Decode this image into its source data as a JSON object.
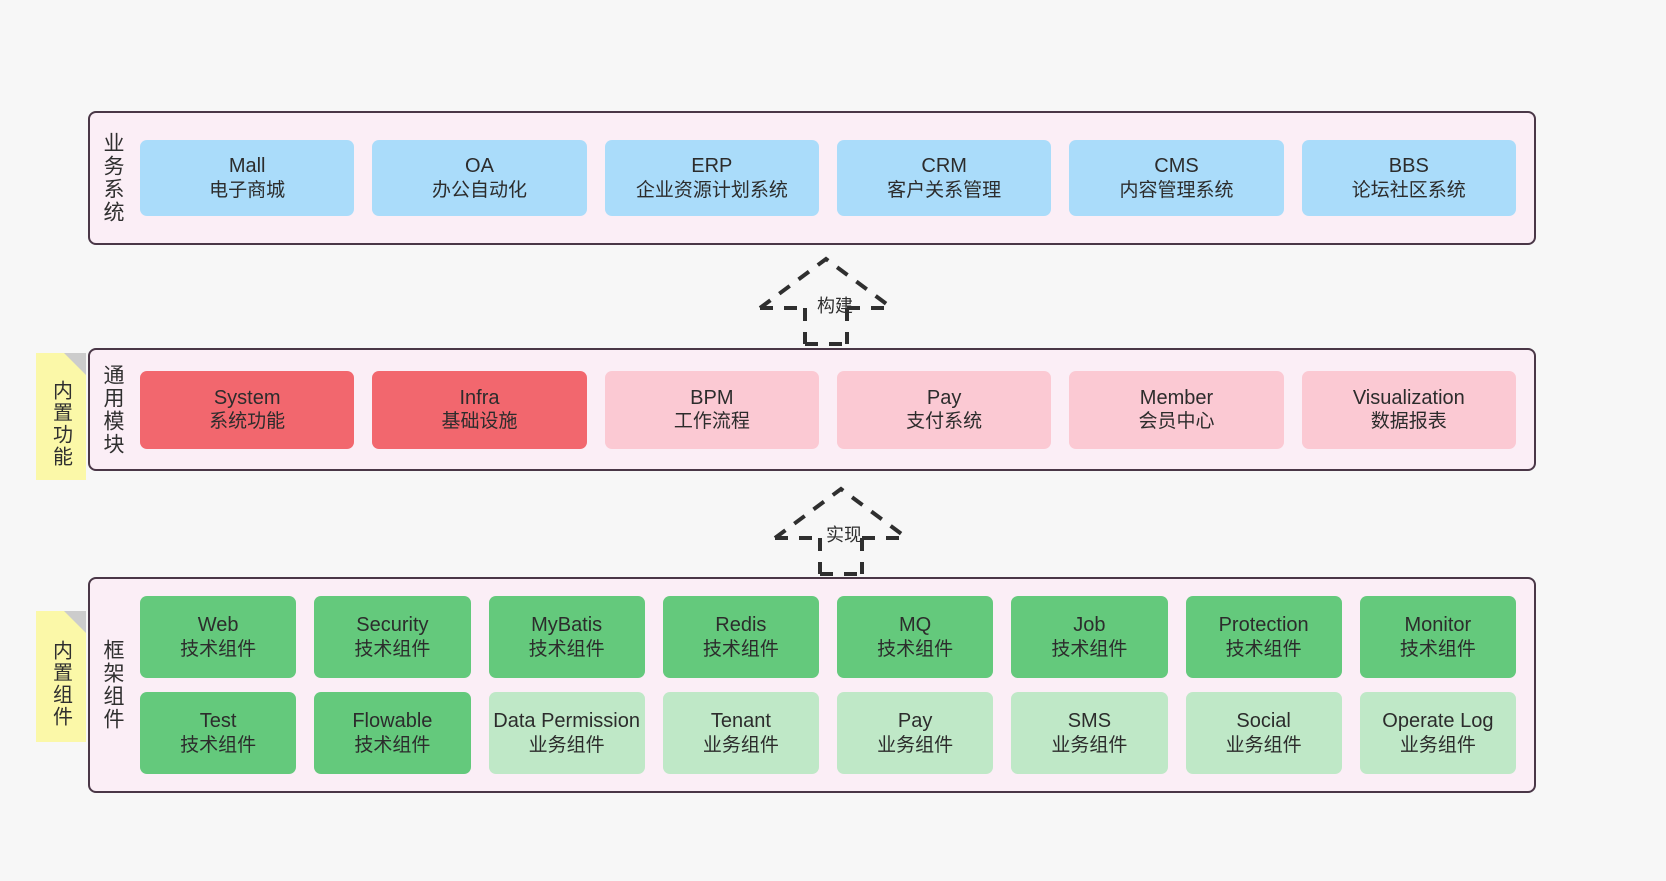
{
  "diagram": {
    "background_color": "#f7f7f7",
    "layer_fill": "#fbeef6",
    "layer_border": "#4a3747"
  },
  "layers": [
    {
      "id": "business",
      "title": "业务系统",
      "rows": [
        {
          "cards": [
            {
              "en": "Mall",
              "cn": "电子商城",
              "color": "#aadcfa",
              "variant": "cv-blue"
            },
            {
              "en": "OA",
              "cn": "办公自动化",
              "color": "#aadcfa",
              "variant": "cv-blue"
            },
            {
              "en": "ERP",
              "cn": "企业资源计划系统",
              "color": "#aadcfa",
              "variant": "cv-blue"
            },
            {
              "en": "CRM",
              "cn": "客户关系管理",
              "color": "#aadcfa",
              "variant": "cv-blue"
            },
            {
              "en": "CMS",
              "cn": "内容管理系统",
              "color": "#aadcfa",
              "variant": "cv-blue"
            },
            {
              "en": "BBS",
              "cn": "论坛社区系统",
              "color": "#aadcfa",
              "variant": "cv-blue"
            }
          ]
        }
      ]
    },
    {
      "id": "common",
      "title": "通用模块",
      "note": "内置功能",
      "rows": [
        {
          "cards": [
            {
              "en": "System",
              "cn": "系统功能",
              "color": "#f2676e",
              "variant": "cv-red"
            },
            {
              "en": "Infra",
              "cn": "基础设施",
              "color": "#f2676e",
              "variant": "cv-red"
            },
            {
              "en": "BPM",
              "cn": "工作流程",
              "color": "#fbc9d3",
              "variant": "cv-pink"
            },
            {
              "en": "Pay",
              "cn": "支付系统",
              "color": "#fbc9d3",
              "variant": "cv-pink"
            },
            {
              "en": "Member",
              "cn": "会员中心",
              "color": "#fbc9d3",
              "variant": "cv-pink"
            },
            {
              "en": "Visualization",
              "cn": "数据报表",
              "color": "#fbc9d3",
              "variant": "cv-pink"
            }
          ]
        }
      ]
    },
    {
      "id": "framework",
      "title": "框架组件",
      "note": "内置组件",
      "rows": [
        {
          "cards": [
            {
              "en": "Web",
              "cn": "技术组件",
              "color": "#64c97c",
              "variant": "cv-green"
            },
            {
              "en": "Security",
              "cn": "技术组件",
              "color": "#64c97c",
              "variant": "cv-green"
            },
            {
              "en": "MyBatis",
              "cn": "技术组件",
              "color": "#64c97c",
              "variant": "cv-green"
            },
            {
              "en": "Redis",
              "cn": "技术组件",
              "color": "#64c97c",
              "variant": "cv-green"
            },
            {
              "en": "MQ",
              "cn": "技术组件",
              "color": "#64c97c",
              "variant": "cv-green"
            },
            {
              "en": "Job",
              "cn": "技术组件",
              "color": "#64c97c",
              "variant": "cv-green"
            },
            {
              "en": "Protection",
              "cn": "技术组件",
              "color": "#64c97c",
              "variant": "cv-green"
            },
            {
              "en": "Monitor",
              "cn": "技术组件",
              "color": "#64c97c",
              "variant": "cv-green"
            }
          ]
        },
        {
          "cards": [
            {
              "en": "Test",
              "cn": "技术组件",
              "color": "#64c97c",
              "variant": "cv-green"
            },
            {
              "en": "Flowable",
              "cn": "技术组件",
              "color": "#64c97c",
              "variant": "cv-green"
            },
            {
              "en": "Data Permission",
              "cn": "业务组件",
              "color": "#bfe8c7",
              "variant": "cv-green-light"
            },
            {
              "en": "Tenant",
              "cn": "业务组件",
              "color": "#bfe8c7",
              "variant": "cv-green-light"
            },
            {
              "en": "Pay",
              "cn": "业务组件",
              "color": "#bfe8c7",
              "variant": "cv-green-light"
            },
            {
              "en": "SMS",
              "cn": "业务组件",
              "color": "#bfe8c7",
              "variant": "cv-green-light"
            },
            {
              "en": "Social",
              "cn": "业务组件",
              "color": "#bfe8c7",
              "variant": "cv-green-light"
            },
            {
              "en": "Operate Log",
              "cn": "业务组件",
              "color": "#bfe8c7",
              "variant": "cv-green-light"
            }
          ]
        }
      ]
    }
  ],
  "connectors": [
    {
      "id": "build",
      "label": "构建",
      "from": "common",
      "to": "business",
      "style": "dashed-hollow-triangle"
    },
    {
      "id": "impl",
      "label": "实现",
      "from": "framework",
      "to": "common",
      "style": "dashed-hollow-triangle"
    }
  ]
}
